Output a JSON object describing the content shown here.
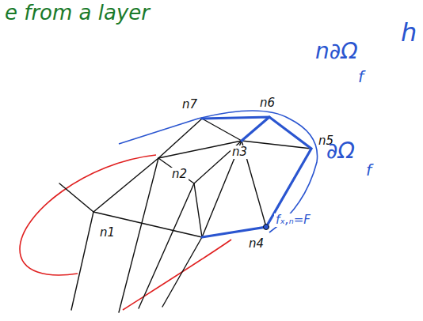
{
  "diagram": {
    "labels": [
      "e from a layer",
      "n7",
      "n6",
      "n5",
      "n3",
      "n2",
      "n1",
      "n4",
      "fₓ,ₙ=F",
      "n∂Ω",
      "f",
      "∂Ω",
      "f",
      "h"
    ]
  }
}
